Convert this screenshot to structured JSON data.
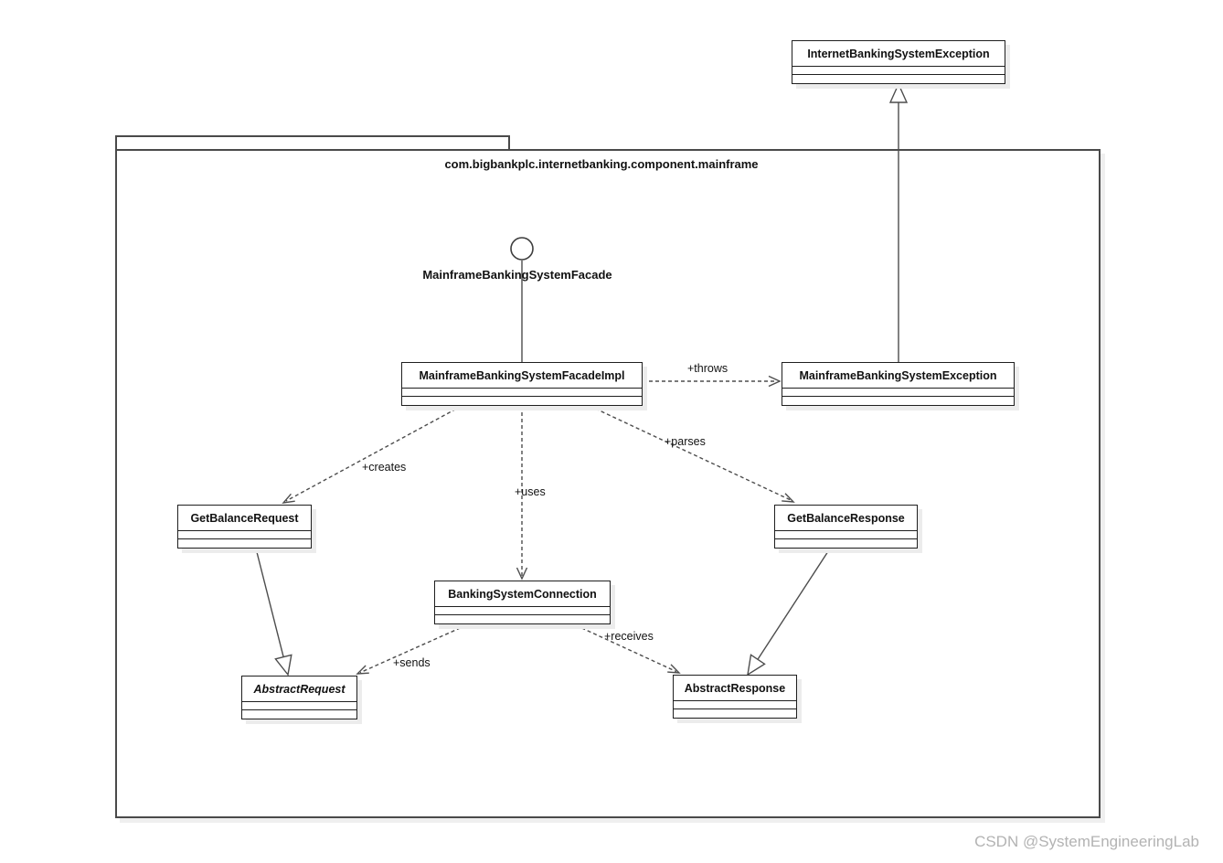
{
  "package": {
    "name": "com.bigbankplc.internetbanking.component.mainframe"
  },
  "interface": {
    "name": "MainframeBankingSystemFacade"
  },
  "classes": {
    "internet_exception": {
      "name": "InternetBankingSystemException"
    },
    "facade_impl": {
      "name": "MainframeBankingSystemFacadeImpl"
    },
    "mainframe_exception": {
      "name": "MainframeBankingSystemException"
    },
    "get_balance_request": {
      "name": "GetBalanceRequest"
    },
    "get_balance_response": {
      "name": "GetBalanceResponse"
    },
    "banking_system_connection": {
      "name": "BankingSystemConnection"
    },
    "abstract_request": {
      "name": "AbstractRequest",
      "abstract": true
    },
    "abstract_response": {
      "name": "AbstractResponse"
    }
  },
  "relationships": {
    "throws": {
      "label": "+throws"
    },
    "creates": {
      "label": "+creates"
    },
    "uses": {
      "label": "+uses"
    },
    "parses": {
      "label": "+parses"
    },
    "sends": {
      "label": "+sends"
    },
    "receives": {
      "label": "+receives"
    }
  },
  "watermark": "CSDN @SystemEngineeringLab",
  "colors": {
    "line": "#4d4d4d",
    "box_border": "#1f1f1f",
    "watermark": "#b3b3b3",
    "background": "#ffffff"
  }
}
